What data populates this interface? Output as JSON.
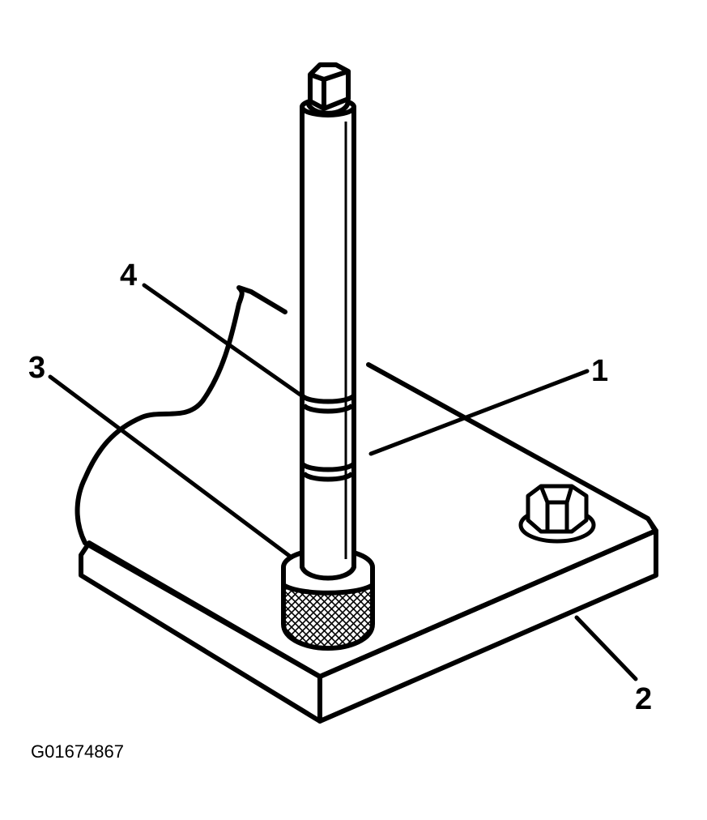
{
  "figure": {
    "callouts": [
      {
        "id": "1",
        "label": "1"
      },
      {
        "id": "2",
        "label": "2"
      },
      {
        "id": "3",
        "label": "3"
      },
      {
        "id": "4",
        "label": "4"
      }
    ],
    "figure_code": "G01674867",
    "colors": {
      "ink": "#000000",
      "paper": "#ffffff"
    },
    "icons": [
      "bolt-icon",
      "knurled-knob-icon",
      "pin-shaft-icon",
      "base-plate-icon"
    ]
  }
}
